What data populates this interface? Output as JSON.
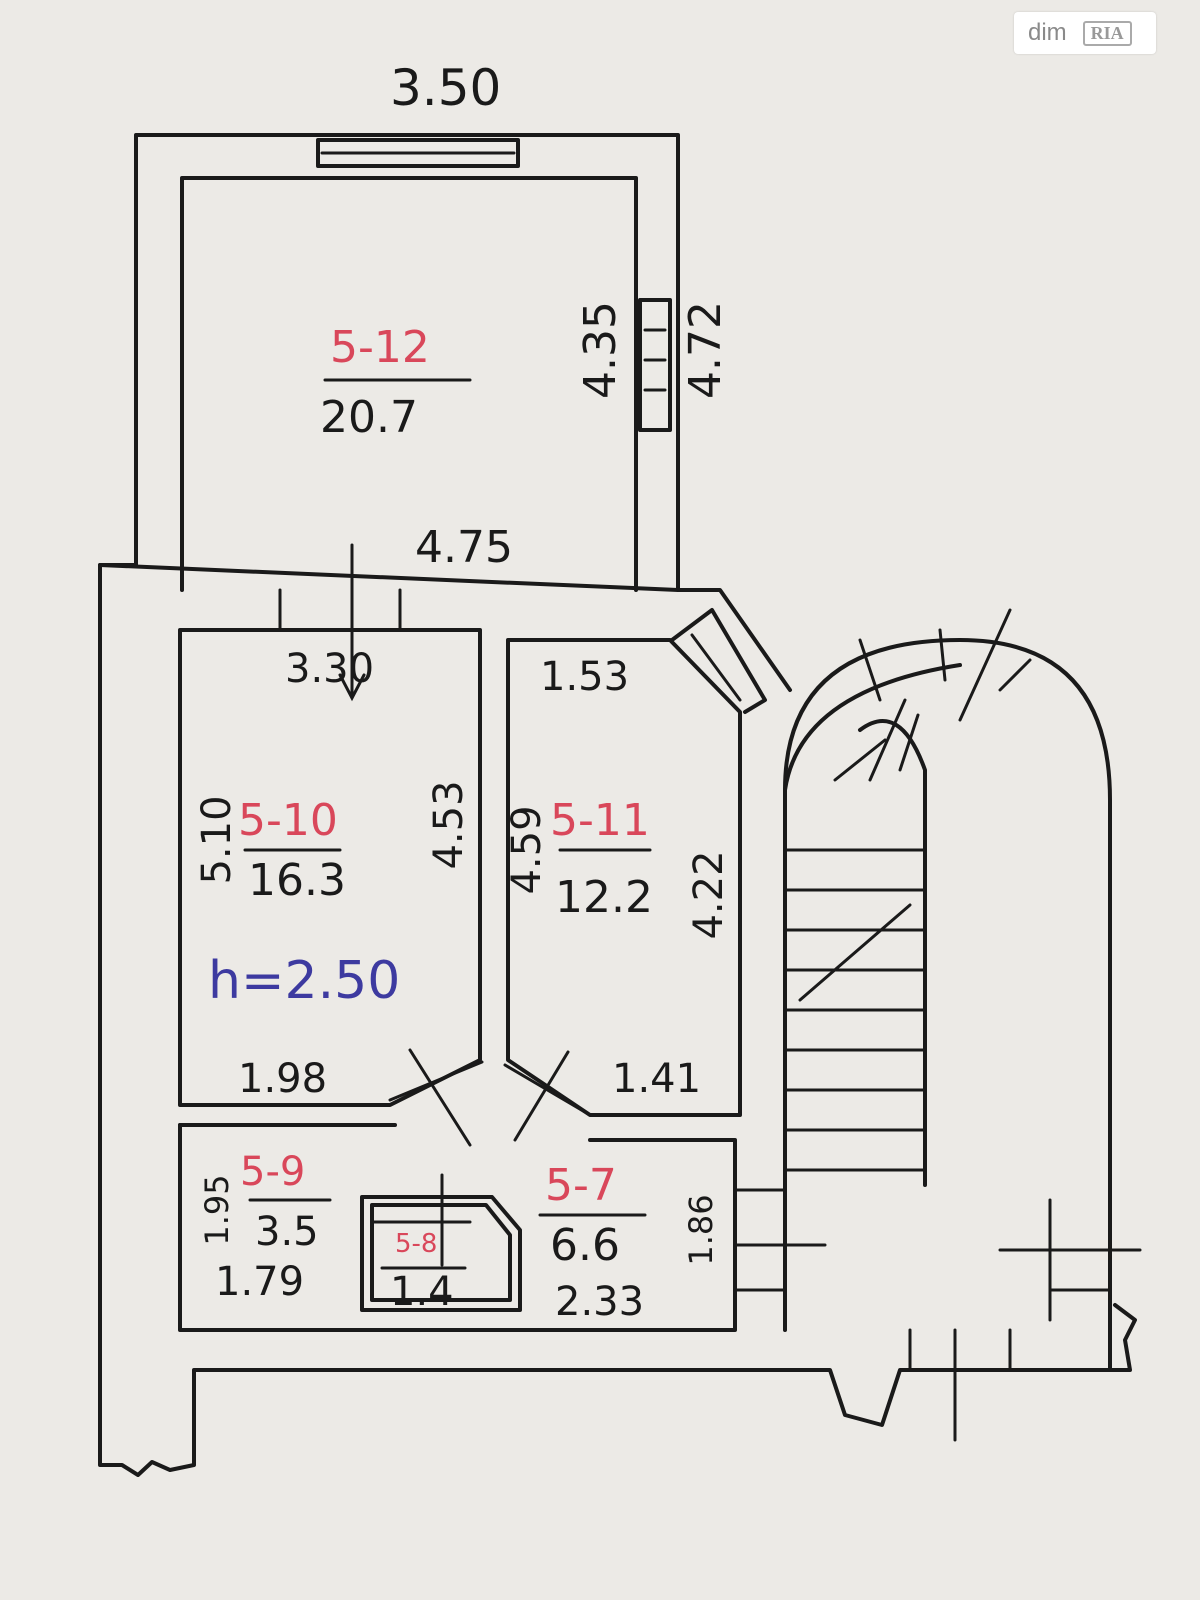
{
  "watermark": {
    "site": "dim",
    "brand": "RIA"
  },
  "ceiling_height": "h=2.50",
  "dimensions": {
    "top_width": "3.50",
    "room12_bottom": "4.75",
    "room12_right": "4.35",
    "outer_right": "4.72",
    "room10_top": "3.30",
    "room11_top": "1.53",
    "room10_left": "5.10",
    "room10_right": "4.53",
    "room11_left": "4.59",
    "room11_right": "4.22",
    "room10_bottom": "1.98",
    "room11_bottom": "1.41",
    "room9_left": "1.95",
    "room9_bottom": "1.79",
    "room7_bottom": "2.33",
    "room7_right": "1.86"
  },
  "rooms": [
    {
      "id": "5-12",
      "area": "20.7"
    },
    {
      "id": "5-10",
      "area": "16.3"
    },
    {
      "id": "5-11",
      "area": "12.2"
    },
    {
      "id": "5-9",
      "area": "3.5"
    },
    {
      "id": "5-8",
      "area": "1.4"
    },
    {
      "id": "5-7",
      "area": "6.6"
    }
  ],
  "colors": {
    "red": "#d9475a",
    "blue": "#3d3aa0",
    "ink": "#1a1a1a"
  }
}
